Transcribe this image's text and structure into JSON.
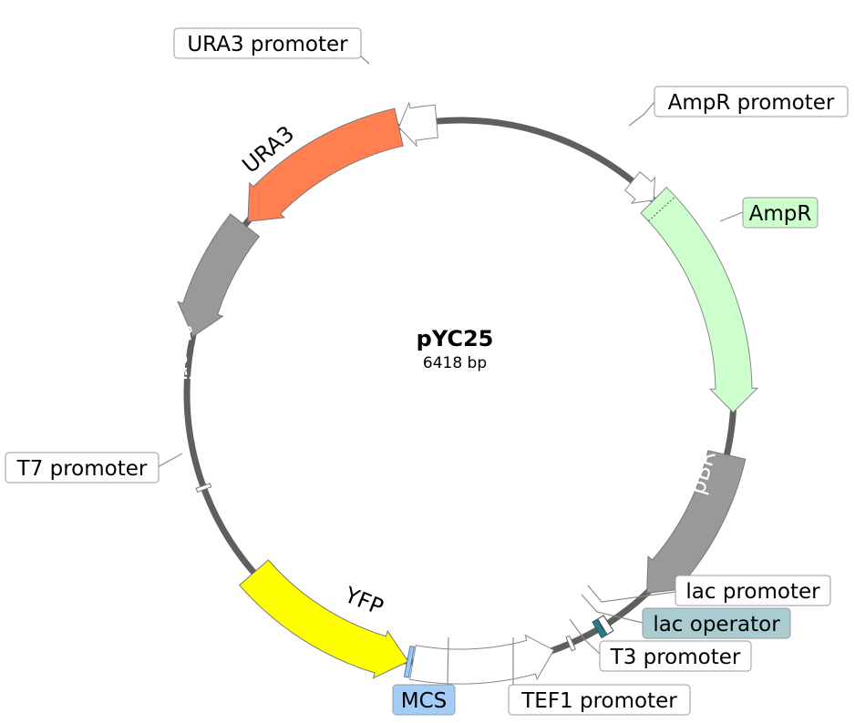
{
  "plasmid": {
    "name": "pYC25",
    "size_label": "6418 bp"
  },
  "features": [
    {
      "id": "ampr-promoter",
      "label": "AmpR promoter",
      "color": "#ffffff"
    },
    {
      "id": "ampr",
      "label": "AmpR",
      "color": "#ccffcc"
    },
    {
      "id": "pbr322",
      "label": "pBR322",
      "color": "#999999"
    },
    {
      "id": "lac-promoter",
      "label": "lac promoter",
      "color": "#ffffff"
    },
    {
      "id": "lac-operator",
      "label": "lac operator",
      "color": "#2a7a8c"
    },
    {
      "id": "t3-promoter",
      "label": "T3 promoter",
      "color": "#ffffff"
    },
    {
      "id": "tef1-promoter",
      "label": "TEF1 promoter",
      "color": "#ffffff"
    },
    {
      "id": "mcs",
      "label": "MCS",
      "color": "#9ec9f0"
    },
    {
      "id": "yfp",
      "label": "YFP",
      "color": "#ffff00"
    },
    {
      "id": "t7-promoter",
      "label": "T7 promoter",
      "color": "#ffffff"
    },
    {
      "id": "f1-ori",
      "label": "f1 ori",
      "color": "#999999"
    },
    {
      "id": "ura3",
      "label": "URA3",
      "color": "#ff7f50"
    },
    {
      "id": "ura3-promoter",
      "label": "URA3 promoter",
      "color": "#ffffff"
    }
  ],
  "colors": {
    "backbone": "#5f5f5f",
    "label_box_white": "#ffffff",
    "ampr_label_bg": "#ccffcc",
    "lac_operator_label_bg": "#a8ccd0",
    "mcs_label_bg": "#a3cdf7"
  }
}
